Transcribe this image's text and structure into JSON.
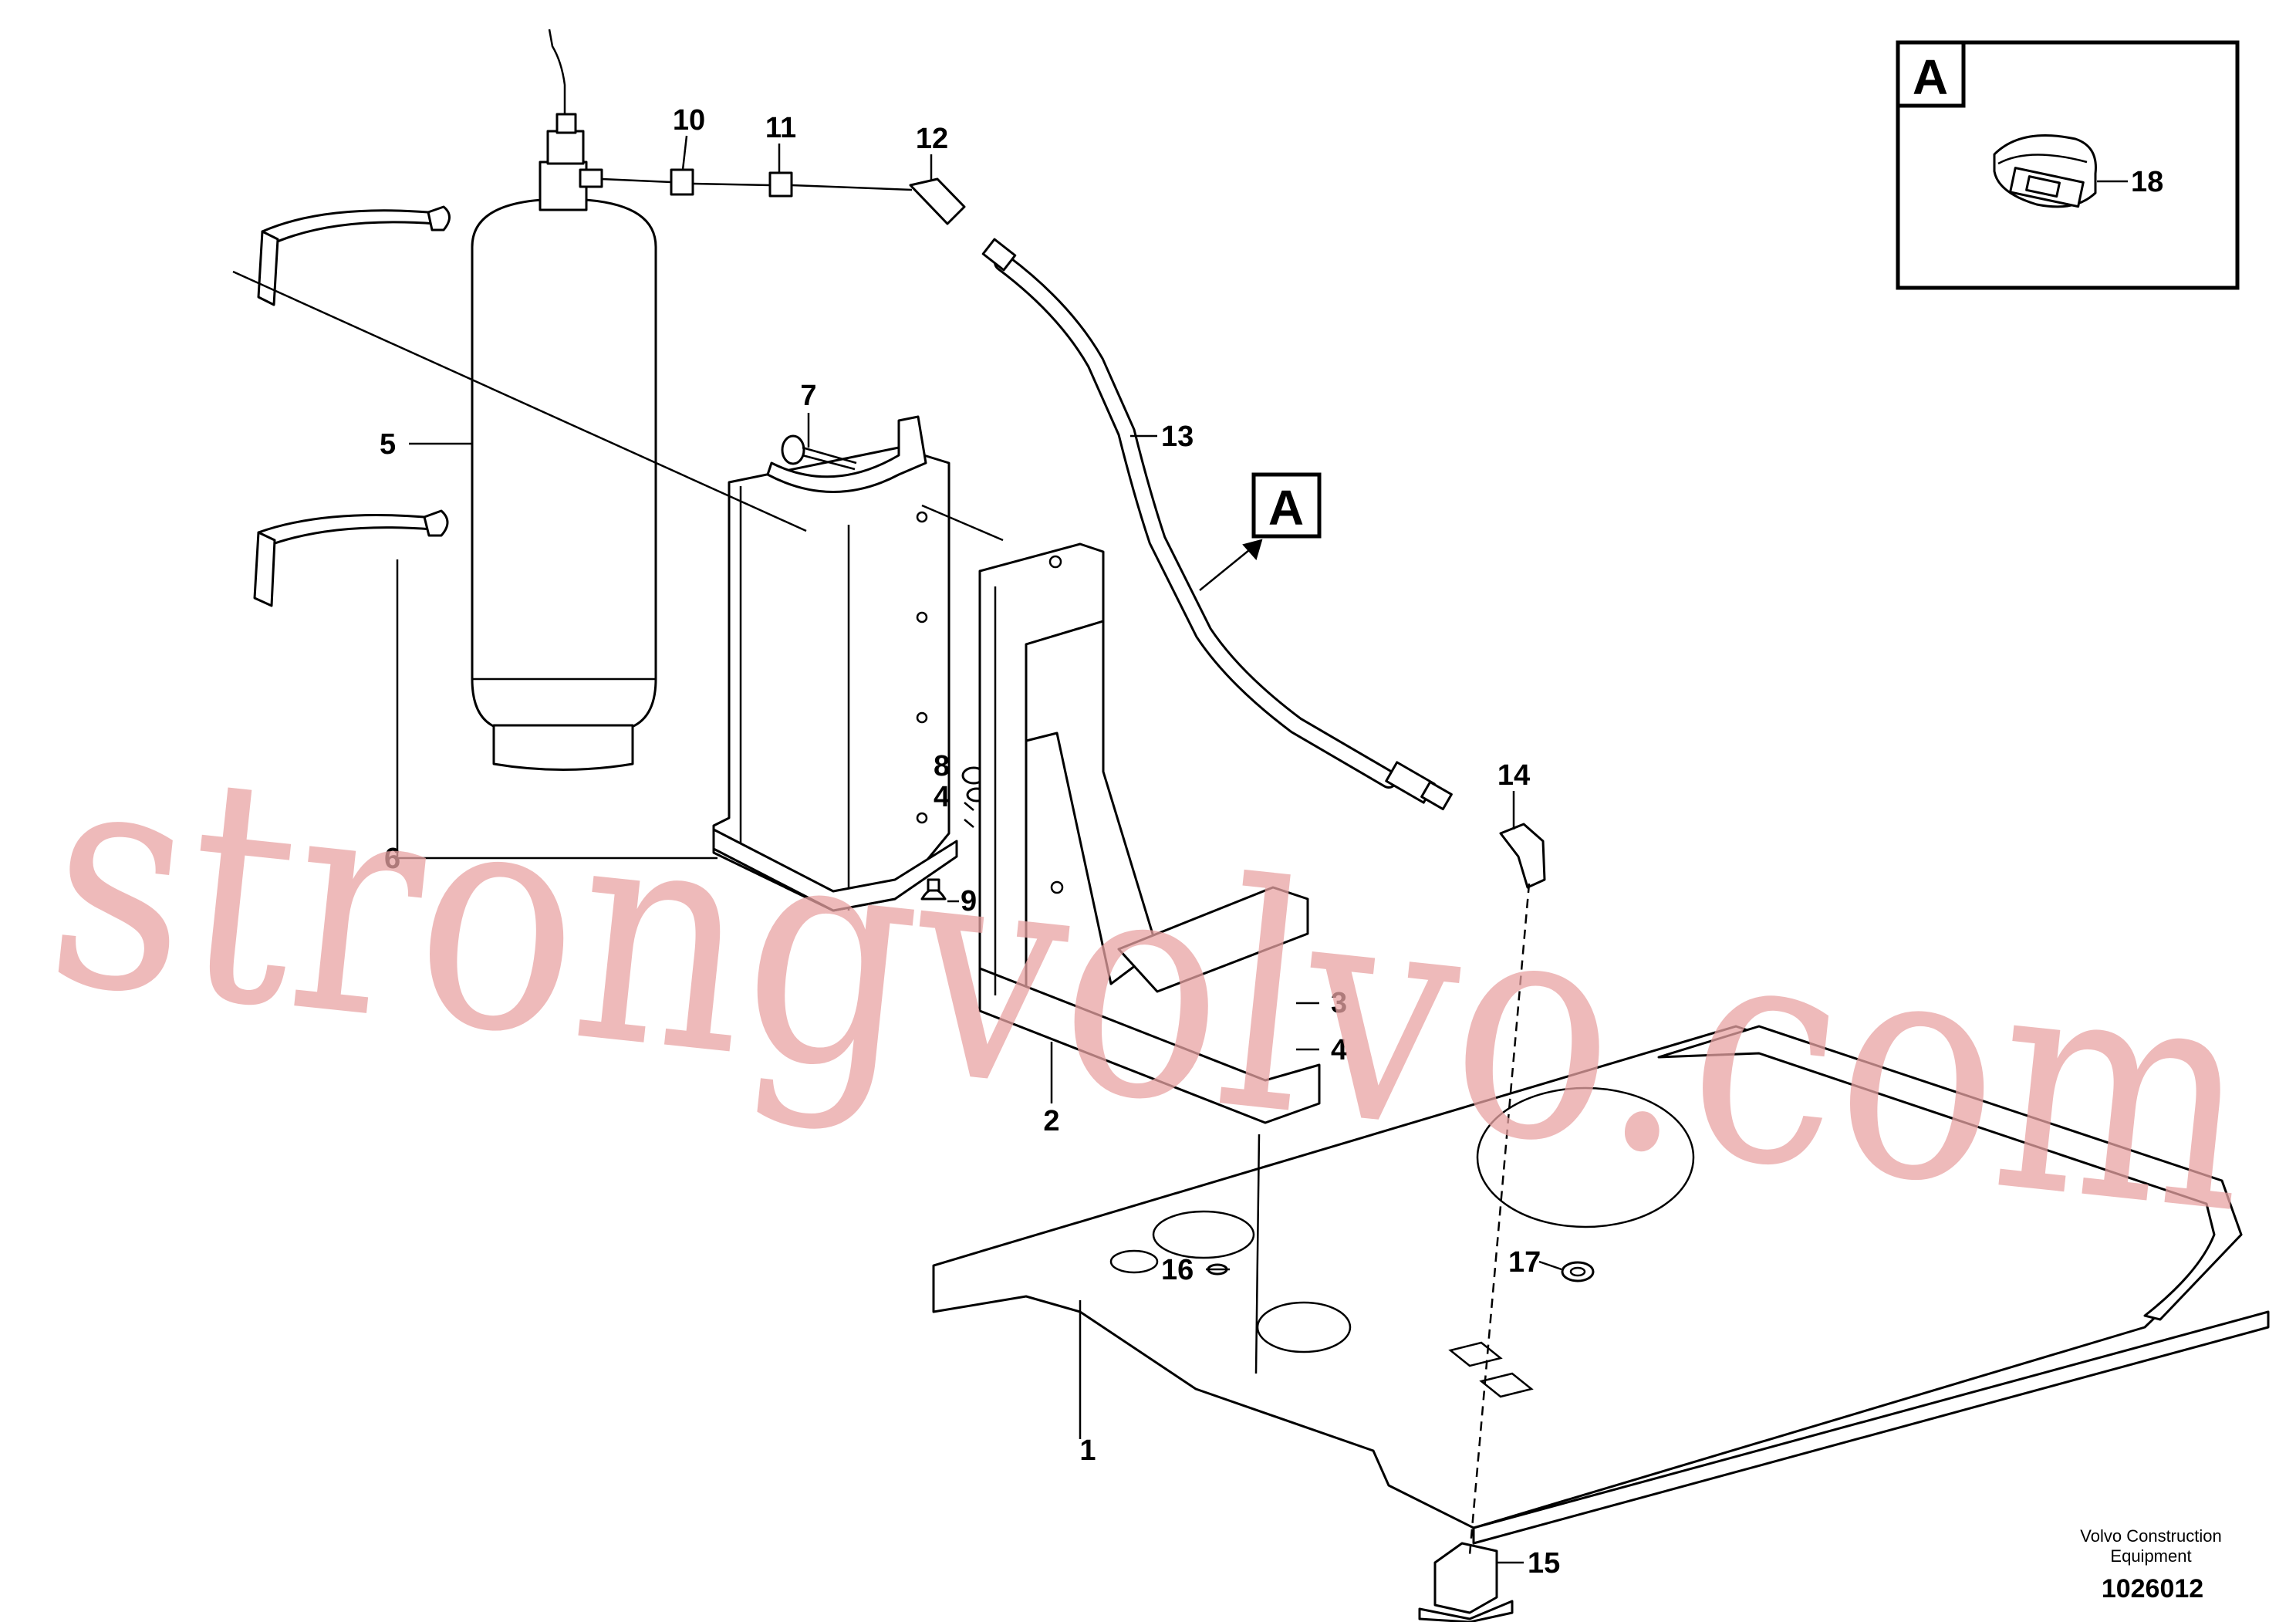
{
  "callouts": [
    "1",
    "2",
    "3",
    "4",
    "4",
    "5",
    "6",
    "7",
    "8",
    "9",
    "10",
    "11",
    "12",
    "13",
    "14",
    "15",
    "16",
    "17",
    "18"
  ],
  "view_marker": "A",
  "inset_marker": "A",
  "caption": {
    "line1": "Volvo Construction",
    "line2": "Equipment",
    "doc_number": "1026012"
  },
  "watermark": "strongvolvo.com"
}
